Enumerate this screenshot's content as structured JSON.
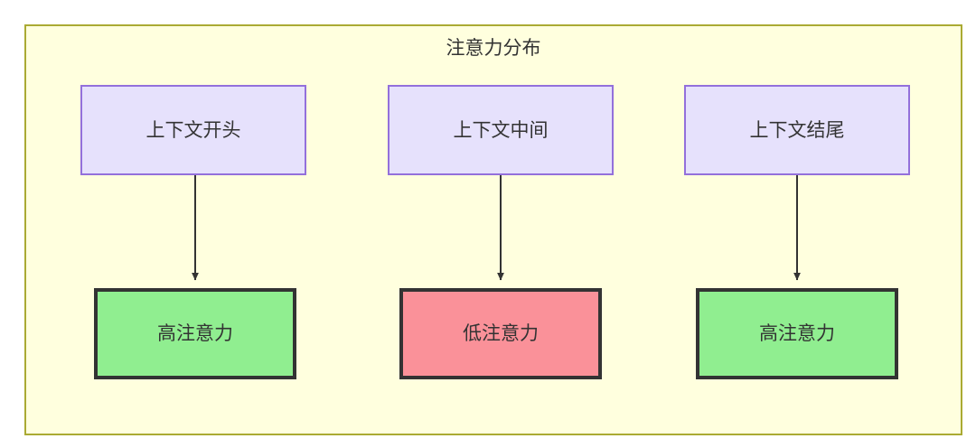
{
  "diagram": {
    "title": "注意力分布",
    "background_color": "#ffffde",
    "border_color": "#aaaa33",
    "canvas_background": "#ffffff",
    "columns": [
      {
        "id": "start",
        "source": {
          "label": "上下文开头",
          "fill": "#e6e1fc",
          "stroke": "#9370db"
        },
        "result": {
          "label": "高注意力",
          "fill": "#90ee90",
          "stroke": "#333333"
        }
      },
      {
        "id": "middle",
        "source": {
          "label": "上下文中间",
          "fill": "#e6e1fc",
          "stroke": "#9370db"
        },
        "result": {
          "label": "低注意力",
          "fill": "#fa9199",
          "stroke": "#333333"
        }
      },
      {
        "id": "end",
        "source": {
          "label": "上下文结尾",
          "fill": "#e6e1fc",
          "stroke": "#9370db"
        },
        "result": {
          "label": "高注意力",
          "fill": "#90ee90",
          "stroke": "#333333"
        }
      }
    ],
    "edges": [
      {
        "from": "上下文开头",
        "to": "高注意力",
        "style": "arrow"
      },
      {
        "from": "上下文中间",
        "to": "低注意力",
        "style": "arrow"
      },
      {
        "from": "上下文结尾",
        "to": "高注意力",
        "style": "arrow"
      }
    ]
  }
}
